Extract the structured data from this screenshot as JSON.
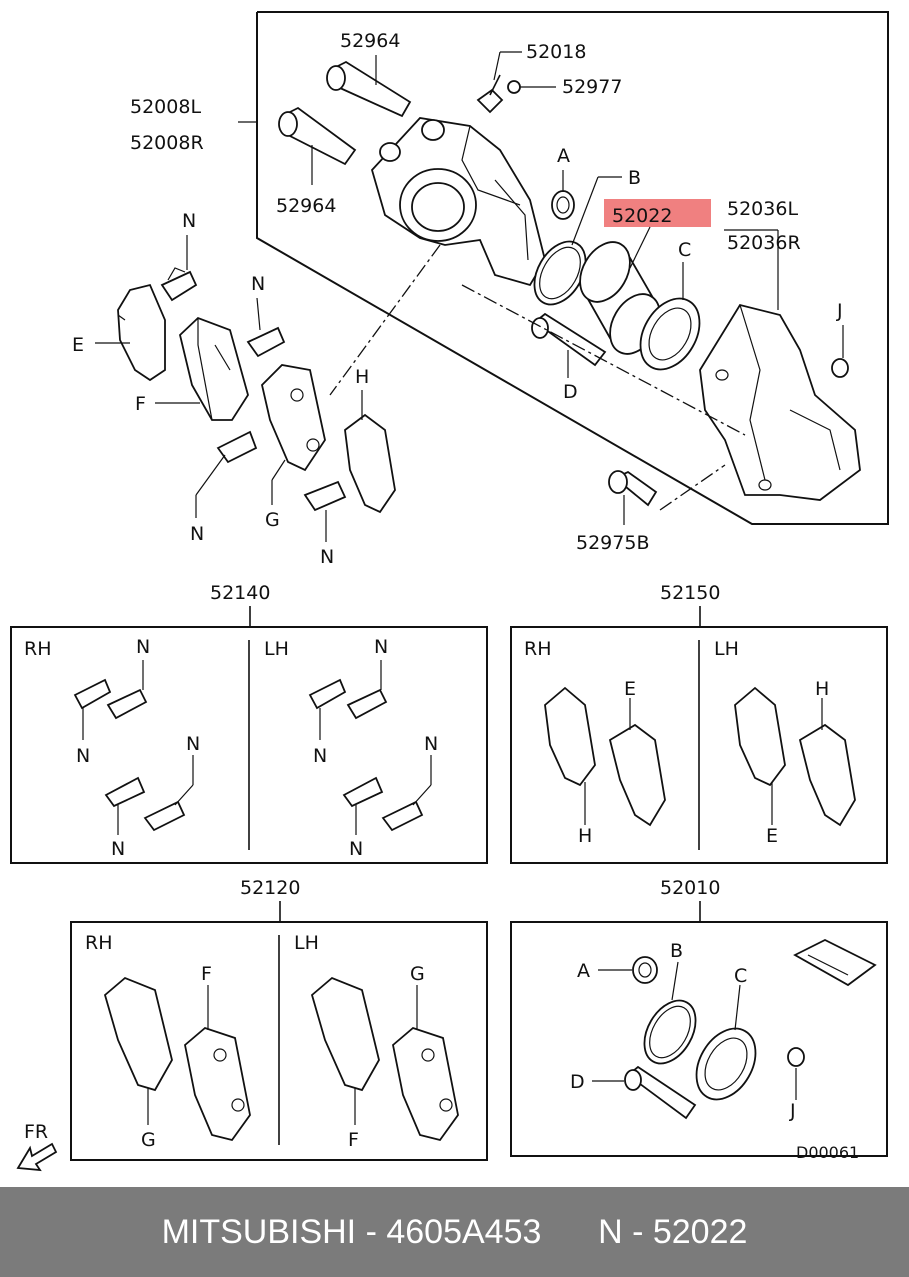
{
  "labels": {
    "l52964a": "52964",
    "l52018": "52018",
    "l52977": "52977",
    "l52008L": "52008L",
    "l52008R": "52008R",
    "l52964b": "52964",
    "lA": "A",
    "lB": "B",
    "l52022": "52022",
    "l52036L": "52036L",
    "l52036R": "52036R",
    "lC": "C",
    "lJ": "J",
    "lD": "D",
    "l52975B": "52975B",
    "lN1": "N",
    "lN2": "N",
    "lN3": "N",
    "lN4": "N",
    "lE": "E",
    "lF": "F",
    "lG": "G",
    "lH": "H"
  },
  "kit_52140": {
    "number": "52140",
    "rh": "RH",
    "lh": "LH",
    "n": "N"
  },
  "kit_52150": {
    "number": "52150",
    "rh": "RH",
    "lh": "LH",
    "e": "E",
    "h": "H"
  },
  "kit_52120": {
    "number": "52120",
    "rh": "RH",
    "lh": "LH",
    "f": "F",
    "g": "G"
  },
  "kit_52010": {
    "number": "52010",
    "a": "A",
    "b": "B",
    "c": "C",
    "d": "D",
    "j": "J"
  },
  "fr_label": "FR",
  "diagram_code": "D00061",
  "highlight_color": "#f08080",
  "footer": {
    "brand": "MITSUBISHI",
    "separator": " - ",
    "part_number": "4605A453",
    "ref": "N - 52022"
  }
}
